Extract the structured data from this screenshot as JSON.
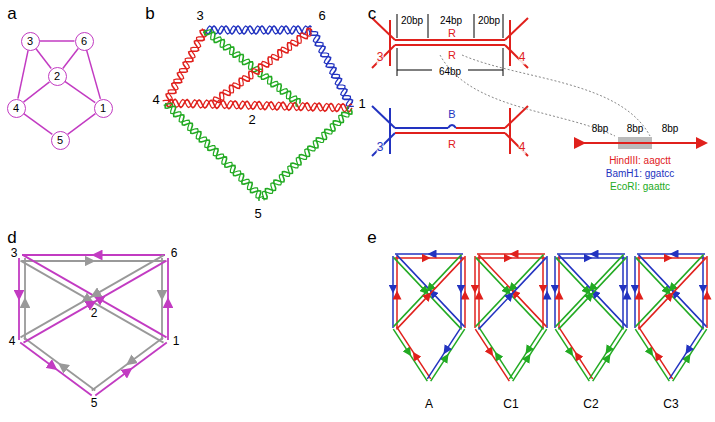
{
  "diagram": {
    "nodes": [
      {
        "text": [
          "3"
        ]
      },
      {
        "text": [
          "6"
        ]
      },
      {
        "text": [
          "2"
        ]
      },
      {
        "text": [
          "4"
        ]
      },
      {
        "text": [
          "1"
        ]
      },
      {
        "text": [
          "5"
        ]
      }
    ],
    "edges": [
      {
        "from": 0,
        "to": 1,
        "arrow": "none"
      },
      {
        "from": 0,
        "to": 2,
        "arrow": "none"
      },
      {
        "from": 0,
        "to": 3,
        "arrow": "none"
      },
      {
        "from": 1,
        "to": 2,
        "arrow": "none"
      },
      {
        "from": 1,
        "to": 4,
        "arrow": "none"
      },
      {
        "from": 2,
        "to": 3,
        "arrow": "none"
      },
      {
        "from": 2,
        "to": 4,
        "arrow": "none"
      },
      {
        "from": 3,
        "to": 5,
        "arrow": "none"
      },
      {
        "from": 4,
        "to": 5,
        "arrow": "none"
      }
    ],
    "labels": [
      "a",
      "b",
      "c",
      "d",
      "e",
      "3",
      "6",
      "4",
      "2",
      "1",
      "5",
      "20bp",
      "24bp",
      "20bp",
      "64bp",
      "3",
      "R",
      "R",
      "4",
      "3",
      "B",
      "R",
      "4",
      "8bp",
      "8bp",
      "8bp",
      "HindIII: aagctt",
      "BamH1: ggatcc",
      "EcoRI: gaattc",
      "3",
      "6",
      "2",
      "4",
      "1",
      "5",
      "A",
      "C1",
      "C2",
      "C3"
    ]
  }
}
